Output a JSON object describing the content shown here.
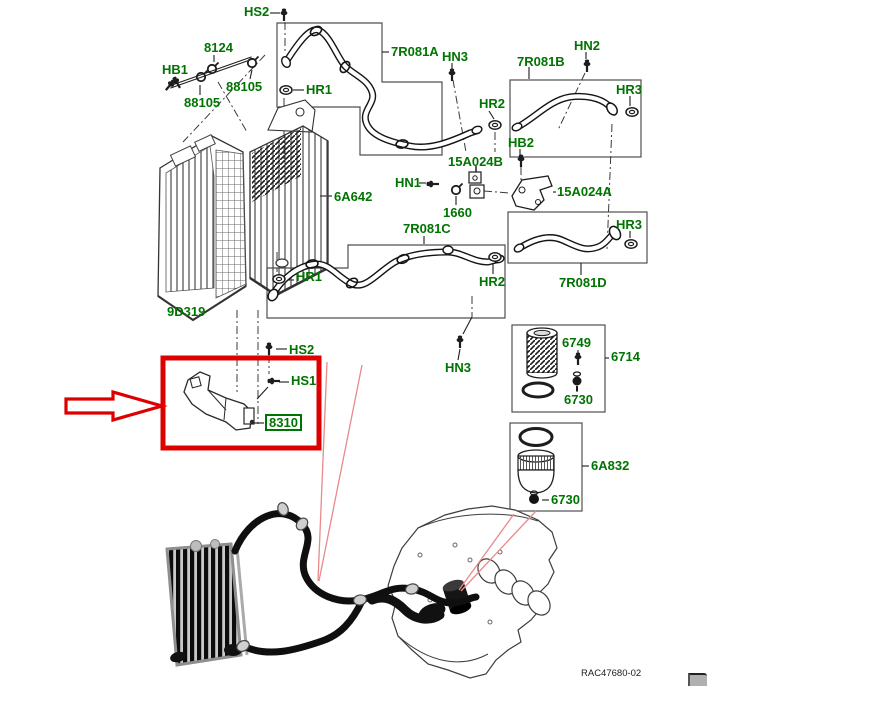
{
  "diagram_type": "automotive-parts-exploded-diagram",
  "colors": {
    "label_green": "#007400",
    "highlight_red": "#dd0000",
    "callout_pink": "#e98a8a",
    "line_dark": "#3a3a3a"
  },
  "highlight": {
    "selected_part": "8310",
    "marker": "red-box-and-arrow"
  },
  "labels": {
    "hs2_top": "HS2",
    "p8124": "8124",
    "hb1": "HB1",
    "p88105_l": "88105",
    "p88105_r": "88105",
    "hr1_a": "HR1",
    "p7r081a": "7R081A",
    "hn3_a": "HN3",
    "hr2_a": "HR2",
    "p7r081b": "7R081B",
    "hn2": "HN2",
    "hr3_a": "HR3",
    "hb2": "HB2",
    "p15a024b": "15A024B",
    "hn1": "HN1",
    "p15a024a": "15A024A",
    "p1660": "1660",
    "p6a642": "6A642",
    "p7r081c": "7R081C",
    "hr3_b": "HR3",
    "hr1_b": "HR1",
    "hr2_b": "HR2",
    "p7r081d": "7R081D",
    "p9d319": "9D319",
    "hs2_b": "HS2",
    "hs1": "HS1",
    "p8310": "8310",
    "hn3_b": "HN3",
    "p6749": "6749",
    "p6714": "6714",
    "p6730_a": "6730",
    "p6a832": "6A832",
    "p6730_b": "6730"
  },
  "footer": {
    "doc_code": "RAC47680-02",
    "corner_icon": "page-corner-icon"
  }
}
